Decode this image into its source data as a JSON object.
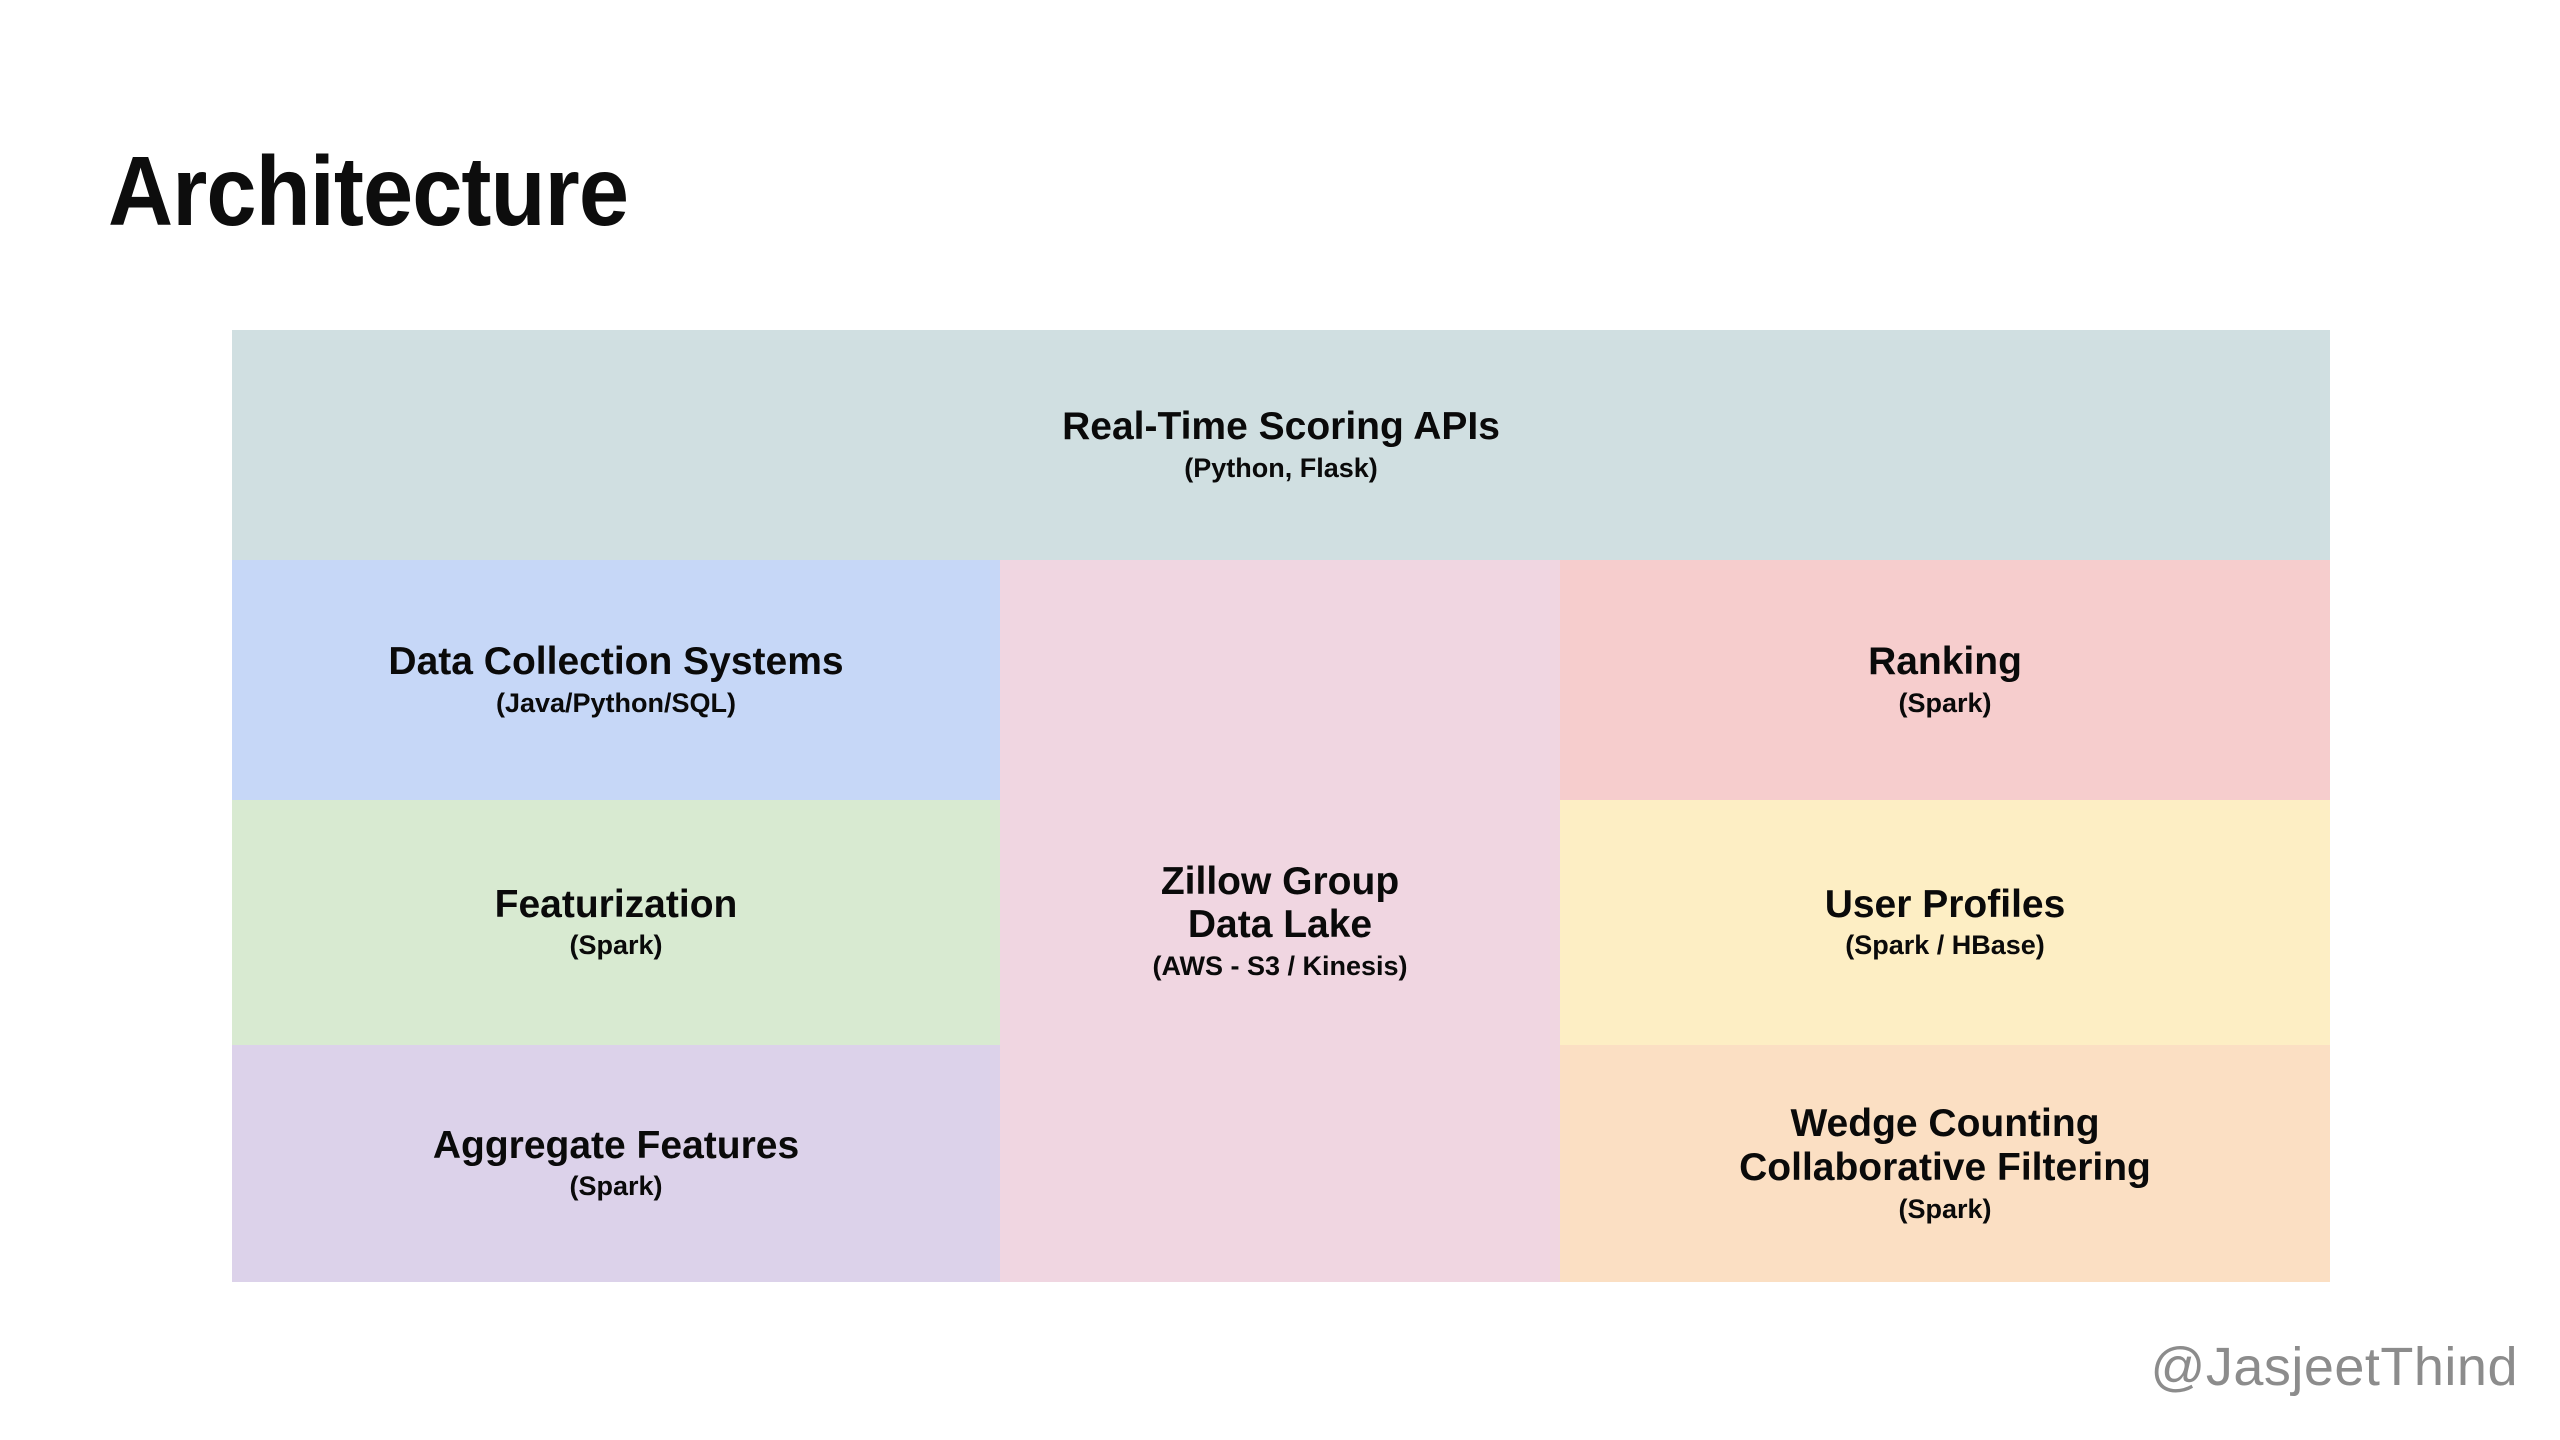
{
  "slide": {
    "title": "Architecture",
    "watermark": "@JasjeetThind"
  },
  "diagram": {
    "top_band": {
      "title": "Real-Time Scoring APIs",
      "subtitle": "(Python, Flask)",
      "color": "#d0dfe1"
    },
    "left_column": [
      {
        "title": "Data Collection Systems",
        "subtitle": "(Java/Python/SQL)",
        "color": "#c6d7f7"
      },
      {
        "title": "Featurization",
        "subtitle": "(Spark)",
        "color": "#d8ead1"
      },
      {
        "title": "Aggregate Features",
        "subtitle": "(Spark)",
        "color": "#dcd2ea"
      }
    ],
    "center_column": [
      {
        "title_line1": "Zillow Group",
        "title_line2": "Data Lake",
        "subtitle": "(AWS - S3 / Kinesis)",
        "color": "#f0d6e1"
      }
    ],
    "right_column": [
      {
        "title": "Ranking",
        "subtitle": "(Spark)",
        "color": "#f6cdcd"
      },
      {
        "title": "User Profiles",
        "subtitle": "(Spark / HBase)",
        "color": "#fdeec4"
      },
      {
        "title_line1": "Wedge Counting",
        "title_line2": "Collaborative Filtering",
        "subtitle": "(Spark)",
        "color": "#fbdfc3"
      }
    ]
  }
}
